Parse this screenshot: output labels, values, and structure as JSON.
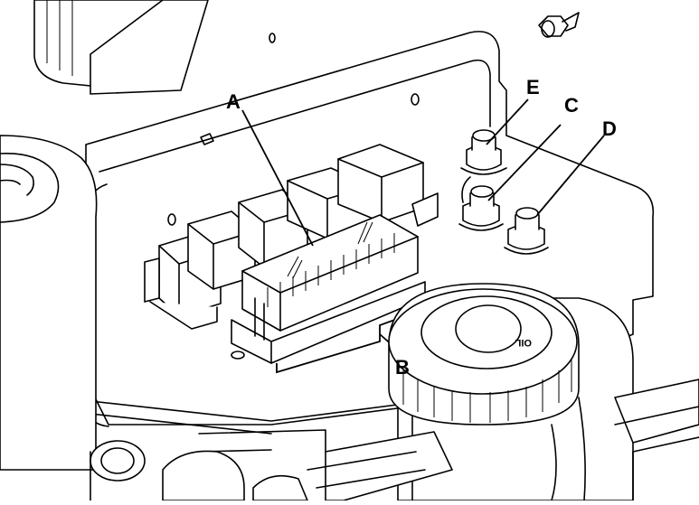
{
  "callouts": {
    "a": "A",
    "b": "B",
    "c": "C",
    "d": "D",
    "e": "E"
  },
  "cap_label": "OIL",
  "colors": {
    "line": "#000000",
    "background": "#ffffff"
  }
}
